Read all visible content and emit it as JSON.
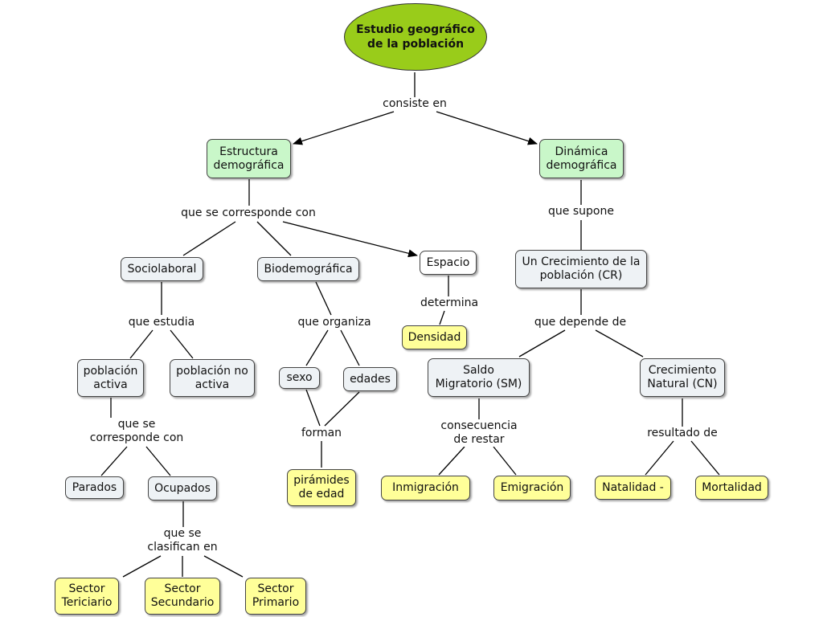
{
  "colors": {
    "root": "#99cc1a",
    "concept_green": "#c9f7c9",
    "concept_blue": "#eef2f5",
    "concept_yellow": "#ffff99",
    "line": "#000000"
  },
  "root": {
    "label": "Estudio geográfico\nde la población"
  },
  "nodes": {
    "estructura": "Estructura\ndemográfica",
    "dinamica": "Dinámica\ndemográfica",
    "sociolaboral": "Sociolaboral",
    "biodemografica": "Biodemográfica",
    "espacio": "Espacio",
    "crecimiento_poblacion": "Un Crecimiento de la\npoblación (CR)",
    "densidad": "Densidad",
    "poblacion_activa": "población\nactiva",
    "poblacion_no_activa": "población no\nactiva",
    "sexo": "sexo",
    "edades": "edades",
    "saldo_migratorio": "Saldo\nMigratorio (SM)",
    "crecimiento_natural": "Crecimiento\nNatural (CN)",
    "parados": "Parados",
    "ocupados": "Ocupados",
    "piramides": "pirámides\nde edad",
    "inmigracion": "Inmigración",
    "emigracion": "Emigración",
    "natalidad": "Natalidad -",
    "mortalidad": "Mortalidad",
    "sector_terciario": "Sector\nTericiario",
    "sector_secundario": "Sector\nSecundario",
    "sector_primario": "Sector\nPrimario"
  },
  "links": {
    "consiste_en": "consiste en",
    "que_se_corresponde_con": "que se corresponde con",
    "que_supone": "que supone",
    "que_estudia": "que estudia",
    "que_organiza": "que organiza",
    "determina": "determina",
    "que_depende_de": "que depende de",
    "que_se_corresponde_con_2": "que se\ncorresponde con",
    "forman": "forman",
    "consecuencia_de_restar": "consecuencia\nde restar",
    "resultado_de": "resultado de",
    "que_se_clasifican_en": "que se\nclasifican en"
  }
}
